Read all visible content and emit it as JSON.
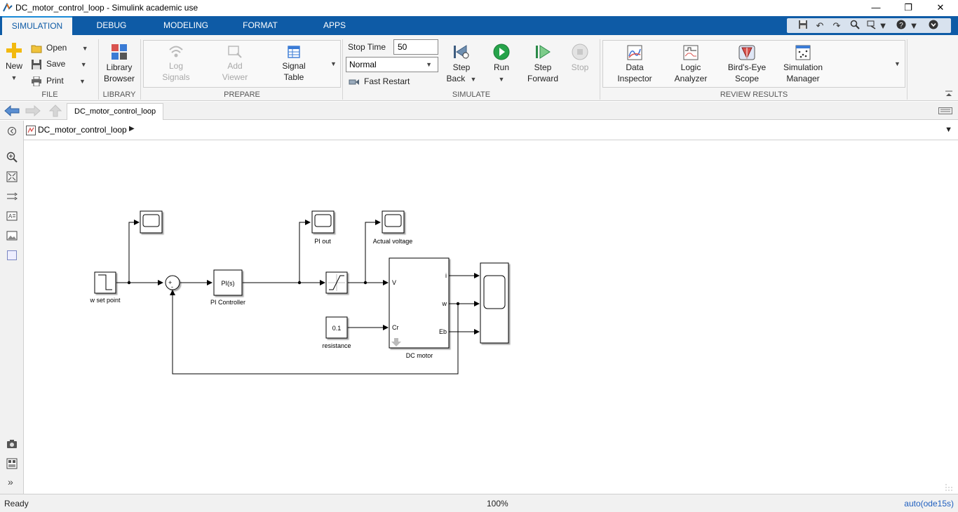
{
  "window": {
    "title": "DC_motor_control_loop - Simulink academic use",
    "minimize": "—",
    "restore": "❐",
    "close": "✕"
  },
  "tabs": [
    "SIMULATION",
    "DEBUG",
    "MODELING",
    "FORMAT",
    "APPS"
  ],
  "ribbon": {
    "file": {
      "new": "New",
      "open": "Open",
      "save": "Save",
      "print": "Print",
      "label": "FILE"
    },
    "library": {
      "browser_line1": "Library",
      "browser_line2": "Browser",
      "label": "LIBRARY"
    },
    "prepare": {
      "log_line1": "Log",
      "log_line2": "Signals",
      "add_line1": "Add",
      "add_line2": "Viewer",
      "table_line1": "Signal",
      "table_line2": "Table",
      "label": "PREPARE"
    },
    "simulate": {
      "stop_time_label": "Stop Time",
      "stop_time_value": "50",
      "mode": "Normal",
      "fast_restart": "Fast Restart",
      "step_back_line1": "Step",
      "step_back_line2": "Back",
      "run": "Run",
      "step_fwd_line1": "Step",
      "step_fwd_line2": "Forward",
      "stop": "Stop",
      "label": "SIMULATE"
    },
    "review": {
      "data_line1": "Data",
      "data_line2": "Inspector",
      "logic_line1": "Logic",
      "logic_line2": "Analyzer",
      "bird_line1": "Bird's-Eye",
      "bird_line2": "Scope",
      "simmgr_line1": "Simulation",
      "simmgr_line2": "Manager",
      "label": "REVIEW RESULTS"
    }
  },
  "navigation": {
    "doc_tab": "DC_motor_control_loop",
    "breadcrumb": "DC_motor_control_loop"
  },
  "diagram": {
    "step_label": "w set point",
    "pi_text": "PI(s)",
    "pi_label": "PI Controller",
    "pi_out_label": "PI out",
    "voltage_label": "Actual voltage",
    "const_value": "0.1",
    "const_label": "resistance",
    "motor_label": "DC motor",
    "port_v": "V",
    "port_cr": "Cr",
    "port_i": "i",
    "port_w": "w",
    "port_eb": "Eb",
    "sum_plus": "+",
    "sum_minus": "-"
  },
  "status": {
    "left": "Ready",
    "zoom": "100%",
    "solver": "auto(ode15s)"
  }
}
